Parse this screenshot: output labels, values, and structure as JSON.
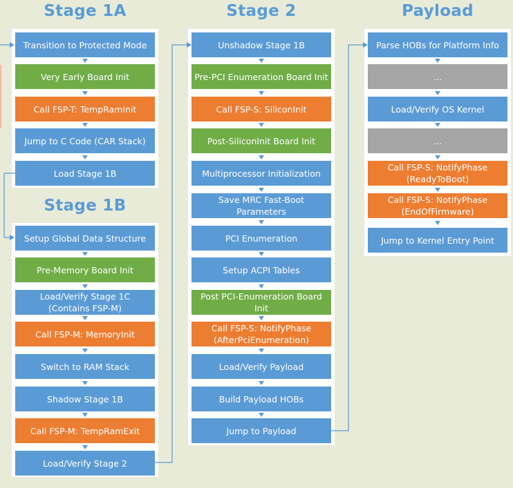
{
  "headings": {
    "stage1a": "Stage 1A",
    "stage1b": "Stage 1B",
    "stage2": "Stage 2",
    "payload": "Payload"
  },
  "stage1a": [
    {
      "label": "Transition to Protected Mode",
      "kind": "blue"
    },
    {
      "label": "Very Early Board Init",
      "kind": "green"
    },
    {
      "label": "Call FSP-T: TempRamInit",
      "kind": "orange"
    },
    {
      "label": "Jump to C Code (CAR Stack)",
      "kind": "blue"
    },
    {
      "label": "Load Stage 1B",
      "kind": "blue"
    }
  ],
  "stage1b": [
    {
      "label": "Setup Global Data Structure",
      "kind": "blue"
    },
    {
      "label": "Pre-Memory Board Init",
      "kind": "green"
    },
    {
      "label": "Load/Verify Stage 1C\n(Contains FSP-M)",
      "kind": "blue"
    },
    {
      "label": "Call FSP-M: MemoryInit",
      "kind": "orange"
    },
    {
      "label": "Switch to RAM Stack",
      "kind": "blue"
    },
    {
      "label": "Shadow Stage 1B",
      "kind": "blue"
    },
    {
      "label": "Call FSP-M: TempRamExit",
      "kind": "orange"
    },
    {
      "label": "Load/Verify Stage 2",
      "kind": "blue"
    }
  ],
  "stage2": [
    {
      "label": "Unshadow Stage 1B",
      "kind": "blue"
    },
    {
      "label": "Pre-PCI Enumeration Board Init",
      "kind": "green"
    },
    {
      "label": "Call FSP-S: SiliconInit",
      "kind": "orange"
    },
    {
      "label": "Post-SiliconInit Board Init",
      "kind": "green"
    },
    {
      "label": "Multiprocessor Initialization",
      "kind": "blue"
    },
    {
      "label": "Save MRC Fast-Boot Parameters",
      "kind": "blue"
    },
    {
      "label": "PCI Enumeration",
      "kind": "blue"
    },
    {
      "label": "Setup ACPI Tables",
      "kind": "blue"
    },
    {
      "label": "Post PCI-Enumeration Board Init",
      "kind": "green"
    },
    {
      "label": "Call FSP-S: NotifyPhase\n(AfterPciEnumeration)",
      "kind": "orange"
    },
    {
      "label": "Load/Verify Payload",
      "kind": "blue"
    },
    {
      "label": "Build Payload HOBs",
      "kind": "blue"
    },
    {
      "label": "Jump to Payload",
      "kind": "blue"
    }
  ],
  "payload": [
    {
      "label": "Parse HOBs for Platform Info",
      "kind": "blue"
    },
    {
      "label": "...",
      "kind": "gray"
    },
    {
      "label": "Load/Verify OS Kernel",
      "kind": "blue"
    },
    {
      "label": "...",
      "kind": "gray"
    },
    {
      "label": "Call FSP-S: NotifyPhase\n(ReadyToBoot)",
      "kind": "orange"
    },
    {
      "label": "Call FSP-S: NotifyPhase\n(EndOfFirmware)",
      "kind": "orange"
    },
    {
      "label": "Jump to Kernel Entry Point",
      "kind": "blue"
    }
  ],
  "colors": {
    "blue": "#5b9bd5",
    "green": "#70ad47",
    "orange": "#ed7d31",
    "gray": "#a5a5a5",
    "heading": "#5b9bd5",
    "background": "#e8ebd8"
  }
}
